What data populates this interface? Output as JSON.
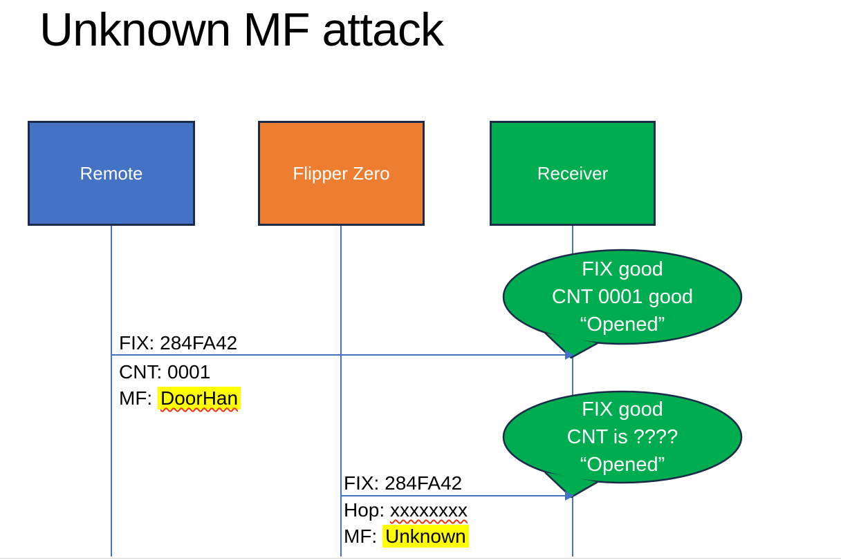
{
  "title": "Unknown MF attack",
  "colors": {
    "remote_fill": "#4472C4",
    "flipper_fill": "#ED7D31",
    "receiver_fill": "#00AC50",
    "bubble_green": "#00AC50",
    "shape_outline": "#1C2B4A",
    "connector_blue": "#4472C4",
    "highlight_yellow": "#FFFF00",
    "squiggle_red": "#E8340C",
    "text_dark": "#000000",
    "text_light": "#FFFFFF"
  },
  "actors": {
    "remote": {
      "label": "Remote"
    },
    "flipper": {
      "label": "Flipper Zero"
    },
    "receiver": {
      "label": "Receiver"
    }
  },
  "messages": {
    "remote_to_receiver": {
      "fix": "FIX: 284FA42",
      "cnt": "CNT: 0001",
      "mf_prefix": "MF: ",
      "mf_value": "DoorHan"
    },
    "flipper_to_receiver": {
      "fix": "FIX: 284FA42",
      "hop_prefix": "Hop: ",
      "hop_value": "xxxxxxxx",
      "mf_prefix": "MF: ",
      "mf_value": "Unknown"
    }
  },
  "bubbles": {
    "first": {
      "line1": "FIX good",
      "line2": "CNT 0001 good",
      "line3": "“Opened”"
    },
    "second": {
      "line1": "FIX good",
      "line2": "CNT is ????",
      "line3": "“Opened”"
    }
  }
}
